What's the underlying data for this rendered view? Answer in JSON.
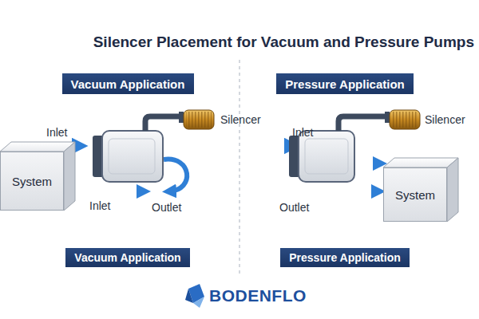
{
  "diagram": {
    "title": "Silencer Placement for Vacuum and Pressure Pumps",
    "nodes": [
      {
        "text": [
          "Vacuum Application"
        ]
      },
      {
        "text": [
          "Pressure Application"
        ]
      },
      {
        "text": [
          "System"
        ]
      },
      {
        "text": [
          "System"
        ]
      },
      {
        "text": [
          "Vacuum Application"
        ]
      },
      {
        "text": [
          "Pressure Application"
        ]
      }
    ],
    "labels": [
      "Inlet",
      "Silencer",
      "Inlet",
      "Outlet",
      "Inlet",
      "Silencer",
      "Outlet",
      "BODENFLO"
    ]
  }
}
